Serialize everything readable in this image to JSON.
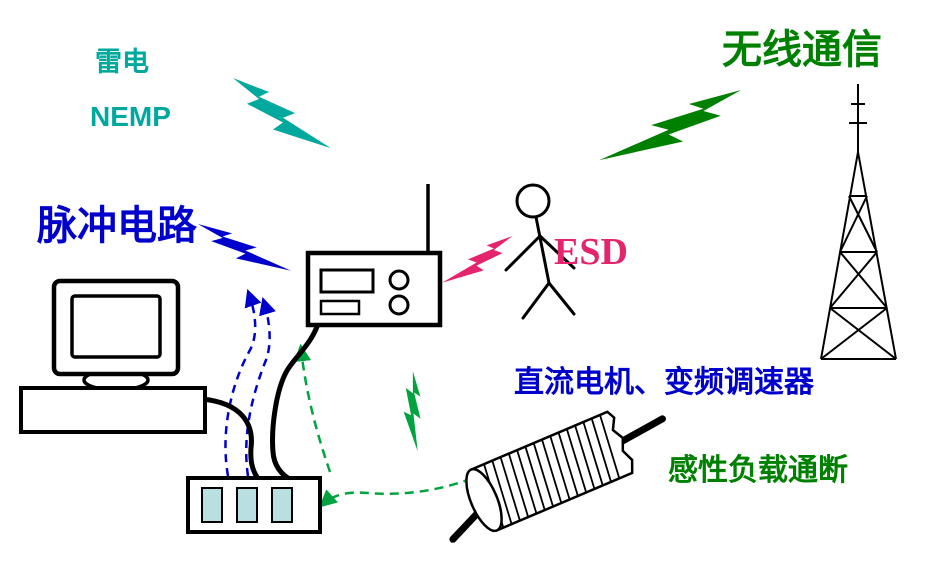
{
  "diagram": {
    "labels": {
      "lightning": "雷电",
      "nemp": "NEMP",
      "wireless_comm": "无线通信",
      "pulse_circuit": "脉冲电路",
      "esd": "ESD",
      "dc_motor_vfd": "直流电机、变频调速器",
      "inductive_load": "感性负载通断"
    },
    "colors": {
      "teal": "#00a89e",
      "green": "#008000",
      "dash_green": "#00a33e",
      "blue": "#0000cd",
      "magenta": "#e5246e",
      "outline": "#000000",
      "socket": "#b9dfe3"
    }
  }
}
